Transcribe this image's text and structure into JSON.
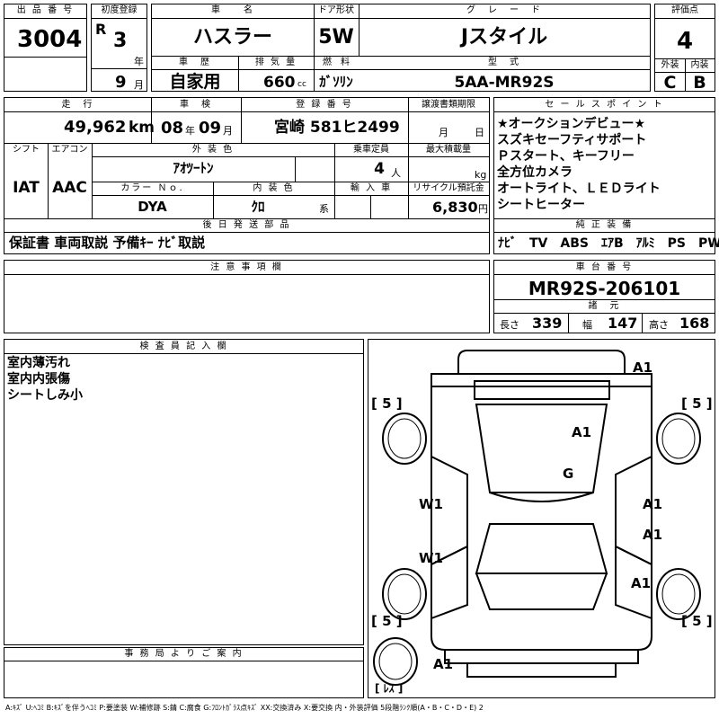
{
  "header": {
    "lot_label": "出 品 番 号",
    "lot_no": "3004",
    "first_reg_label": "初度登録",
    "era": "R",
    "reg_year": "3",
    "year_unit": "年",
    "reg_month": "9",
    "month_unit": "月",
    "car_name_label": "車　　名",
    "car_name": "ハスラー",
    "door_label": "ドア形状",
    "door": "5W",
    "grade_label": "グ　レ　ー　ド",
    "grade": "Jスタイル",
    "score_label": "評価点",
    "score": "4",
    "history_label": "車　歴",
    "history": "自家用",
    "displacement_label": "排 気 量",
    "displacement": "660",
    "displacement_unit": "cc",
    "fuel_label": "燃　料",
    "fuel": "ｶﾞｿﾘﾝ",
    "model_label": "型　式",
    "model": "5AA-MR92S",
    "exterior_label": "外装",
    "exterior": "C",
    "interior_label": "内装",
    "interior": "B"
  },
  "row2": {
    "mileage_label": "走　行",
    "mileage": "49,962",
    "mileage_unit": "km",
    "inspection_label": "車　検",
    "insp_year": "08",
    "insp_year_unit": "年",
    "insp_month": "09",
    "insp_month_unit": "月",
    "plate_label": "登 録 番 号",
    "plate": "宮崎 581ヒ2499",
    "transfer_label": "譲渡書類期限",
    "transfer_month": "月",
    "transfer_day": "日",
    "shift_label": "シフト",
    "shift": "IAT",
    "aircon_label": "エアコン",
    "aircon": "AAC",
    "color_label": "外 装 色",
    "color": "ｱｵﾂｰﾄﾝ",
    "capacity_label": "乗車定員",
    "capacity": "4",
    "capacity_unit": "人",
    "load_label": "最大積載量",
    "load_unit": "kg",
    "color_no_label": "カラー Ｎｏ.",
    "color_no": "DYA",
    "int_color_label": "内 装 色",
    "int_color": "ｸﾛ",
    "int_color_unit": "系",
    "import_label": "輸 入 車",
    "recycle_label": "リサイクル預託金",
    "recycle": "6,830",
    "recycle_unit": "円"
  },
  "later_parts": {
    "label": "後 日 発 送 部 品",
    "value": "保証書 車両取説 予備ｷｰ ﾅﾋﾞ取説"
  },
  "sales_points": {
    "label": "セ ー ル ス ポ イ ン ト",
    "lines": [
      "★オークションデビュー★",
      "スズキセーフティサポート",
      "Ｐスタート、キーフリー",
      "全方位カメラ",
      "オートライト、ＬＥＤライト",
      "シートヒーター"
    ]
  },
  "equipment": {
    "label": "純 正 装 備",
    "value": "ﾅﾋﾞ　TV　ABS　ｴｱB　ｱﾙﾐ　PS　PW"
  },
  "notes": {
    "label": "注 意 事 項 欄"
  },
  "chassis": {
    "label": "車 台 番 号",
    "value": "MR92S-206101",
    "dims_label": "諸　元",
    "length_label": "長さ",
    "length": "339",
    "width_label": "幅",
    "width": "147",
    "height_label": "高さ",
    "height": "168"
  },
  "inspector": {
    "label": "検 査 員 記 入 欄",
    "lines": [
      "室内薄汚れ",
      "室内内張傷",
      "シートしみ小"
    ]
  },
  "office": {
    "label": "事 務 局 よ り ご 案 内"
  },
  "diagram": {
    "marks": [
      "A1",
      "A1",
      "G",
      "W1",
      "W1",
      "A1",
      "A1",
      "A1",
      "A1"
    ],
    "tire_marks": [
      "5",
      "5",
      "5",
      "5"
    ],
    "spare": "ﾚｽ"
  },
  "legend": "A:ｷｽﾞ U:ﾍｺﾐ B:ｷｽﾞを伴うﾍｺﾐ P:要塗装 W:補修跡 S:錆 C:腐食 G:ﾌﾛﾝﾄｶﾞﾗｽ点ｷｽﾞ XX:交換済み X:要交換 内・外装評価 5段階ﾗﾝｸ順(A・B・C・D・E) 2"
}
